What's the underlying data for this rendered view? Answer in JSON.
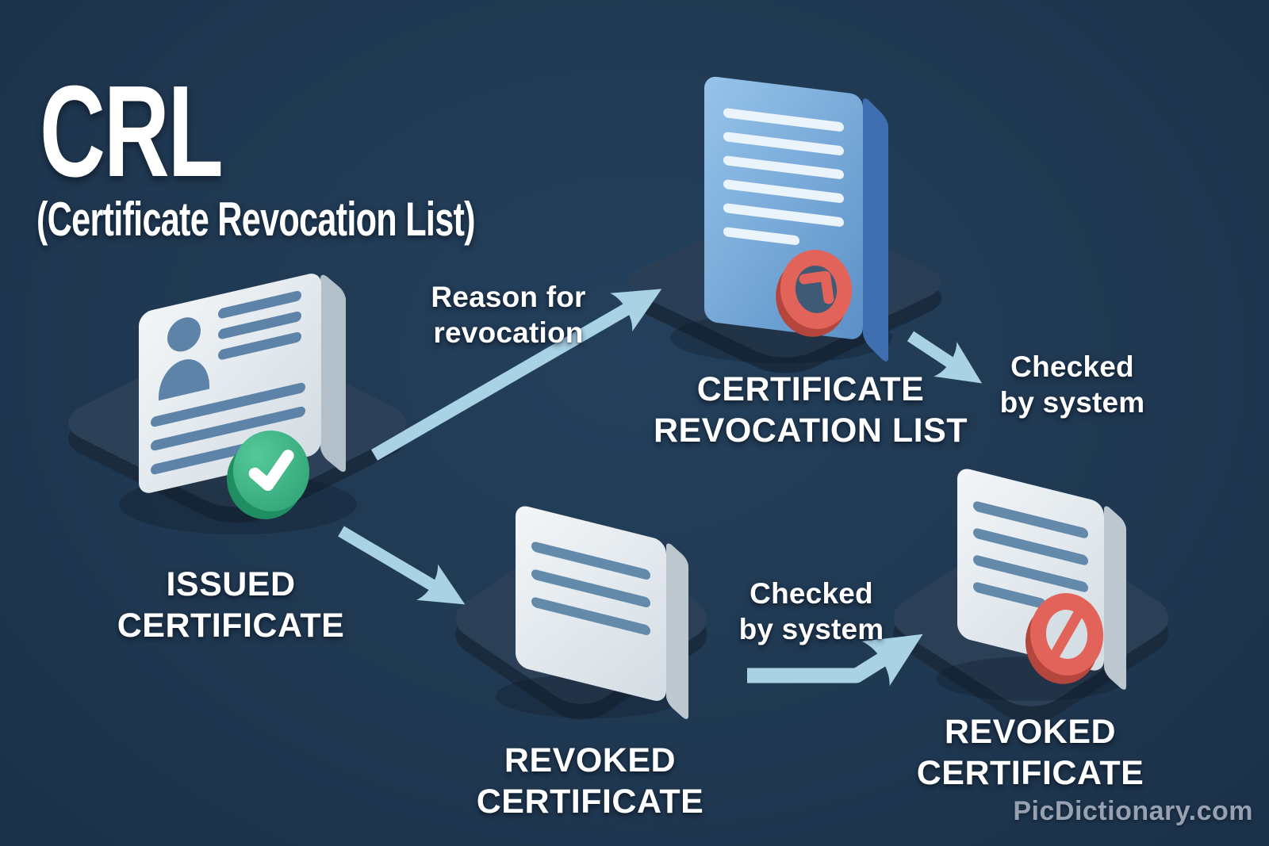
{
  "header": {
    "acronym": "CRL",
    "full_name": "(Certificate Revocation List)"
  },
  "nodes": {
    "issued": {
      "line1": "ISSUED",
      "line2": "CERTIFICATE",
      "icon": "issued-certificate-icon",
      "badge": "check-badge-icon"
    },
    "crl": {
      "line1": "CERTIFICATE",
      "line2": "REVOCATION LIST",
      "icon": "crl-document-icon",
      "badge": "red-seal-icon"
    },
    "revoked_mid": {
      "line1": "REVOKED",
      "line2": "CERTIFICATE",
      "icon": "revoked-document-icon"
    },
    "revoked_right": {
      "line1": "REVOKED",
      "line2": "CERTIFICATE",
      "icon": "revoked-document-icon",
      "badge": "prohibition-seal-icon"
    }
  },
  "edge_labels": {
    "reason": {
      "line1": "Reason for",
      "line2": "revocation"
    },
    "checked_top": {
      "line1": "Checked",
      "line2": "by system"
    },
    "checked_bottom": {
      "line1": "Checked",
      "line2": "by system"
    }
  },
  "flow": [
    {
      "from": "issued",
      "to": "crl",
      "label": "Reason for revocation"
    },
    {
      "from": "crl",
      "to": "system",
      "label": "Checked by system"
    },
    {
      "from": "issued",
      "to": "revoked_mid",
      "label": ""
    },
    {
      "from": "revoked_mid",
      "to": "revoked_right",
      "label": "Checked by system"
    }
  ],
  "watermark": "PicDictionary.com",
  "colors": {
    "background": "#203952",
    "platform_top": "#2c4158",
    "platform_depth": "#1a2b3e",
    "arrow": "#a9d2e5",
    "document_light": "#e9eef2",
    "document_blue": "#76a9d8",
    "text_line_blue": "#5d84a8",
    "check_green": "#35ae7e",
    "seal_red": "#e2635a",
    "label_text": "#ffffff",
    "watermark_text": "#97a1b2"
  }
}
